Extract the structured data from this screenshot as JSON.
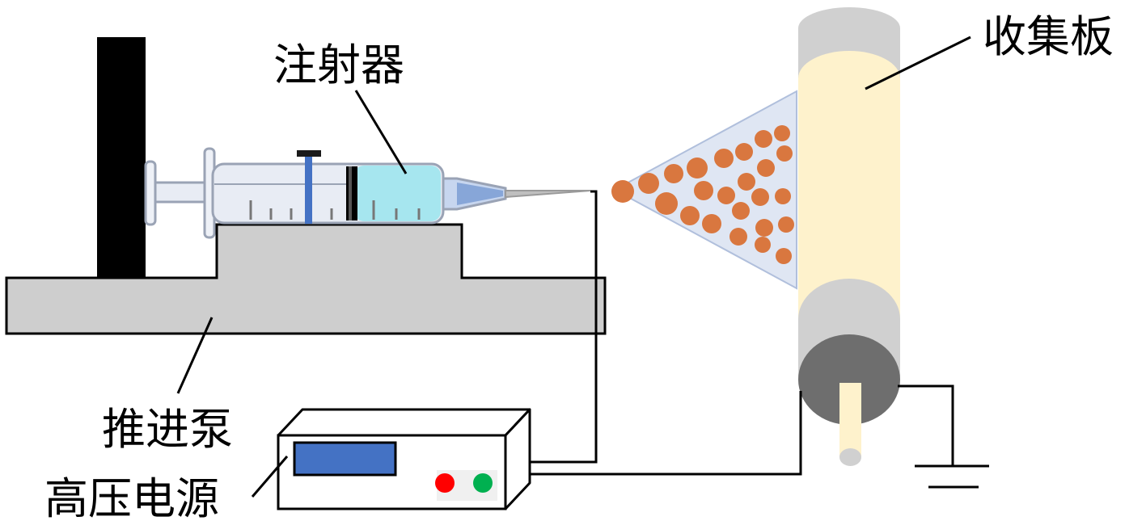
{
  "labels": {
    "syringe": "注射器",
    "collector": "收集板",
    "pump": "推进泵",
    "power": "高压电源"
  },
  "colors": {
    "stand": "#000000",
    "pump_body": "#cecece",
    "syringe_barrel": "#e8ecf4",
    "solution": "#a6e6ef",
    "plunger_rod": "#4472c4",
    "droplet": "#d9773f",
    "spray_cone": "#dfe6f3",
    "collector_drum": "#fef2cc",
    "roller_cap": "#d0d0d0",
    "roller_end": "#6e6e6e",
    "power_screen": "#4472c4",
    "button_red": "#ff0000",
    "button_green": "#00b050"
  }
}
